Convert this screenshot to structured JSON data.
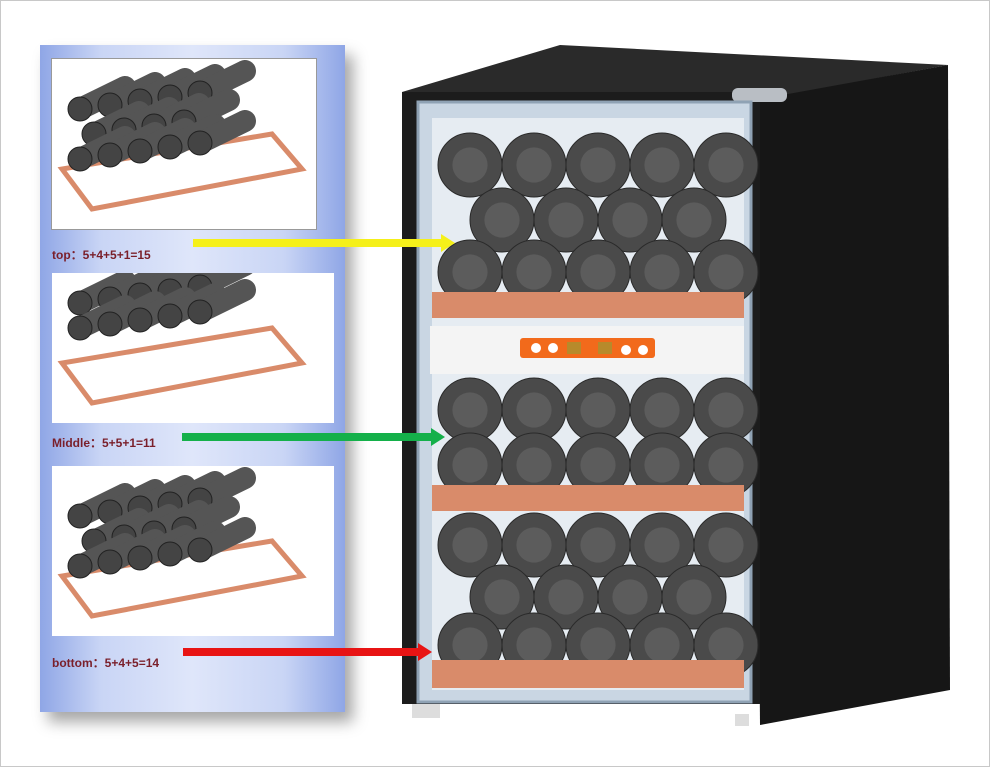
{
  "layers": [
    {
      "id": "top",
      "label": "top：5+4+5+1=15",
      "rows": [
        5,
        4,
        5
      ],
      "arrow_color": "#f5f01a"
    },
    {
      "id": "middle",
      "label": "Middle：5+5+1=11",
      "rows": [
        5,
        5
      ],
      "arrow_color": "#14b04a"
    },
    {
      "id": "bottom",
      "label": "bottom：5+4+5=14",
      "rows": [
        5,
        4,
        5
      ],
      "arrow_color": "#e81414"
    }
  ],
  "colors": {
    "bottle": "#4a4a4a",
    "shelf": "#d98b6a",
    "cabinet": "#1c1c1c",
    "panel": "#f26a1b"
  }
}
